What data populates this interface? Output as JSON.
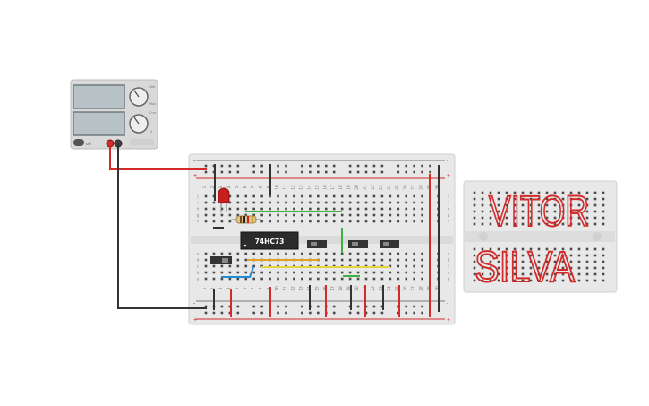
{
  "power_supply": {
    "switch_label": "off",
    "knob_top_labels": [
      "Volt",
      "Max"
    ],
    "knob_bottom_labels": [
      "Curr",
      "0"
    ]
  },
  "breadboard_main": {
    "top_rail_labels": [
      "-",
      "+"
    ],
    "bottom_rail_labels": [
      "-",
      "+"
    ],
    "column_numbers": [
      "1",
      "2",
      "3",
      "4",
      "5",
      "6",
      "7",
      "8",
      "9",
      "10",
      "11",
      "12",
      "13",
      "14",
      "15",
      "16",
      "17",
      "18",
      "19",
      "20",
      "21",
      "22",
      "23",
      "24",
      "25",
      "26",
      "27",
      "28",
      "29",
      "30"
    ],
    "row_letters_top": [
      "j",
      "i",
      "h",
      "g",
      "f"
    ],
    "row_letters_bottom": [
      "e",
      "d",
      "c",
      "b",
      "a"
    ]
  },
  "chip": {
    "label": "74HC73"
  },
  "breadboard_small": {
    "text_line_1": "VITOR",
    "text_line_2": "SILVA"
  },
  "colors": {
    "wire_red": "#d42a2a",
    "wire_black": "#333333",
    "wire_green": "#3cb043",
    "wire_orange": "#e6a020",
    "wire_yellow": "#e8d33a",
    "wire_blue": "#1f8ad6",
    "board": "#e9e9e9",
    "psu": "#d7d7d7",
    "led": "#c81e1e",
    "hand_drawn": "#d42a2a"
  }
}
